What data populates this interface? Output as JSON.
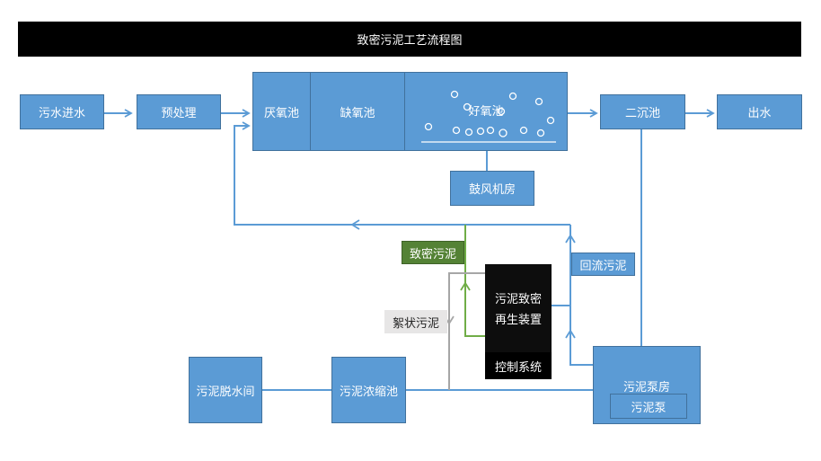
{
  "title": "致密污泥工艺流程图",
  "nodes": {
    "sewage_inlet": "污水进水",
    "pretreatment": "预处理",
    "anaerobic_tank": "厌氧池",
    "anoxic_tank": "缺氧池",
    "aerobic_tank": "好氧池",
    "blower_room": "鼓风机房",
    "secondary_clarifier": "二沉池",
    "effluent": "出水",
    "dense_sludge_device": "污泥致密\n再生装置",
    "dense_sludge_device_line1": "污泥致密",
    "dense_sludge_device_line2": "再生装置",
    "control_system": "控制系统",
    "sludge_dewatering": "污泥脱水间",
    "sludge_thickener": "污泥浓缩池",
    "sludge_pump_house": "污泥泵房",
    "sludge_pump": "污泥泵"
  },
  "flow_labels": {
    "dense_sludge": "致密污泥",
    "return_sludge": "回流污泥",
    "floc_sludge": "絮状污泥"
  },
  "colors": {
    "process_box": "#5b9bd5",
    "flow_line": "#5b9bd5",
    "dense_sludge_line": "#70ad47",
    "floc_sludge_line": "#a6a6a6",
    "device_box": "#0d0d0d"
  }
}
